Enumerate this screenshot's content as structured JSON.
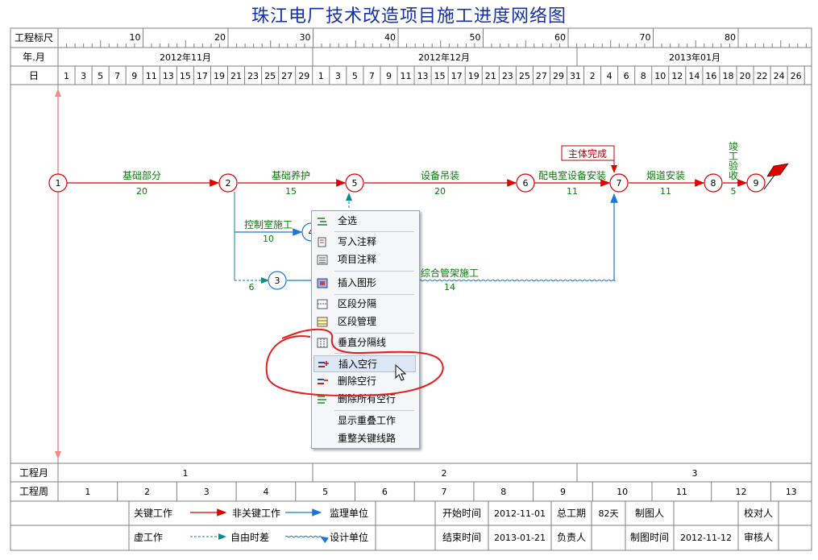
{
  "title": "珠江电厂技术改造项目施工进度网络图",
  "header": {
    "row_labels": [
      "工程标尺",
      "年.月",
      "日"
    ],
    "scale_ticks": [
      "10",
      "20",
      "30",
      "40",
      "50",
      "60",
      "70",
      "80"
    ],
    "months": [
      "2012年11月",
      "2012年12月",
      "2013年01月"
    ],
    "days_nov": [
      "1",
      "3",
      "5",
      "7",
      "9",
      "11",
      "13",
      "15",
      "17",
      "19",
      "21",
      "23",
      "25",
      "27",
      "29"
    ],
    "days_dec": [
      "1",
      "3",
      "5",
      "7",
      "9",
      "11",
      "13",
      "15",
      "17",
      "19",
      "21",
      "23",
      "25",
      "27",
      "29",
      "31"
    ],
    "days_jan": [
      "2",
      "4",
      "6",
      "8",
      "10",
      "12",
      "14",
      "16",
      "18",
      "20",
      "22",
      "24",
      "26"
    ]
  },
  "nodes": [
    "1",
    "2",
    "3",
    "4",
    "5",
    "6",
    "7",
    "8",
    "9"
  ],
  "tasks": [
    {
      "name": "基础部分",
      "duration": "20"
    },
    {
      "name": "基础养护",
      "duration": "15"
    },
    {
      "name": "设备吊装",
      "duration": "20"
    },
    {
      "name": "配电室设备安装",
      "duration": "11"
    },
    {
      "name": "烟道安装",
      "duration": "11"
    },
    {
      "name": "竣工验收",
      "duration": "5"
    },
    {
      "name": "控制室施工",
      "duration": "10"
    },
    {
      "name": "综合管架施工",
      "duration": "14"
    },
    {
      "name": "",
      "duration": "6"
    }
  ],
  "milestone": "主体完成",
  "context_menu": {
    "items": [
      {
        "label": "全选",
        "icon": "select-all-icon"
      },
      {
        "label": "写入注释",
        "icon": "write-note-icon"
      },
      {
        "label": "项目注释",
        "icon": "project-note-icon"
      },
      {
        "label": "插入图形",
        "icon": "insert-image-icon"
      },
      {
        "label": "区段分隔",
        "icon": "section-divide-icon"
      },
      {
        "label": "区段管理",
        "icon": "section-manage-icon"
      },
      {
        "label": "垂直分隔线",
        "icon": "vertical-divider-icon"
      },
      {
        "label": "插入空行",
        "icon": "insert-row-icon"
      },
      {
        "label": "删除空行",
        "icon": "delete-row-icon"
      },
      {
        "label": "删除所有空行",
        "icon": "delete-all-rows-icon"
      },
      {
        "label": "显示重叠工作",
        "icon": ""
      },
      {
        "label": "重整关键线路",
        "icon": ""
      }
    ],
    "hover_index": 7
  },
  "bottom": {
    "month_label": "工程月",
    "months": [
      "1",
      "2",
      "3"
    ],
    "week_label": "工程周",
    "weeks": [
      "1",
      "2",
      "3",
      "4",
      "5",
      "6",
      "7",
      "8",
      "9",
      "10",
      "11",
      "12",
      "13"
    ]
  },
  "legend": {
    "key_work": "关键工作",
    "non_key_work": "非关键工作",
    "virtual_work": "虚工作",
    "free_float": "自由时差",
    "supervisor": "监理单位",
    "designer": "设计单位",
    "start_label": "开始时间",
    "start_value": "2012-11-01",
    "end_label": "结束时间",
    "end_value": "2013-01-21",
    "total_label": "总工期",
    "total_value": "82天",
    "owner_label": "负责人",
    "drafter_label": "制图人",
    "draw_time_label": "制图时间",
    "draw_time_value": "2012-11-12",
    "checker_label": "校对人",
    "reviewer_label": "审核人"
  },
  "colors": {
    "critical": "#e00000",
    "noncritical": "#1a78d8",
    "label_green": "#0a7a0a",
    "title": "#1530a8",
    "grid": "#808080"
  }
}
